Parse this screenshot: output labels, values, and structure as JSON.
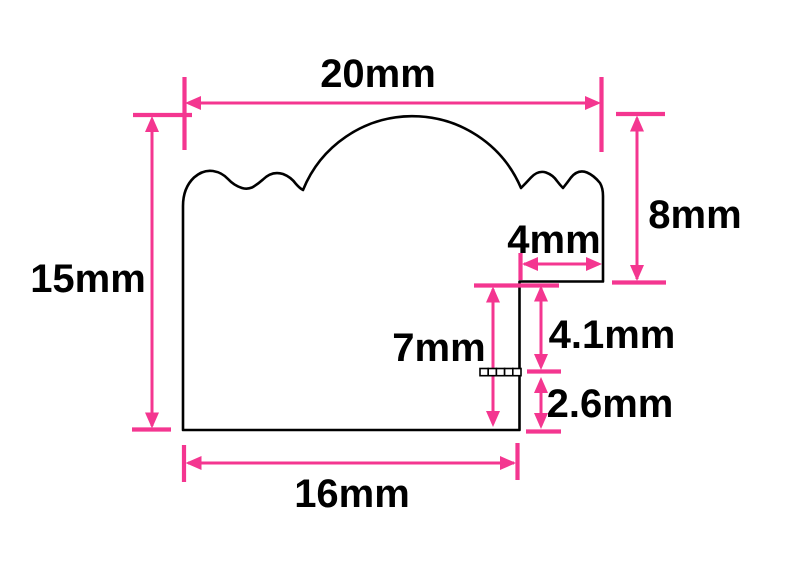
{
  "title": "Moulding profile cross-section technical drawing",
  "unit": "mm",
  "colors": {
    "dimension": "#f43690",
    "outline": "#000000",
    "background": "#ffffff"
  },
  "dimensions": {
    "top_width": {
      "label": "20mm",
      "value": 20,
      "orientation": "horizontal"
    },
    "left_height": {
      "label": "15mm",
      "value": 15,
      "orientation": "vertical"
    },
    "right_height": {
      "label": "8mm",
      "value": 8,
      "orientation": "vertical"
    },
    "rebate_width": {
      "label": "4mm",
      "value": 4,
      "orientation": "horizontal"
    },
    "rebate_depth": {
      "label": "7mm",
      "value": 7,
      "orientation": "vertical"
    },
    "upper_step": {
      "label": "4.1mm",
      "value": 4.1,
      "orientation": "vertical"
    },
    "lower_step": {
      "label": "2.6mm",
      "value": 2.6,
      "orientation": "vertical"
    },
    "bottom_width": {
      "label": "16mm",
      "value": 16,
      "orientation": "horizontal"
    }
  }
}
